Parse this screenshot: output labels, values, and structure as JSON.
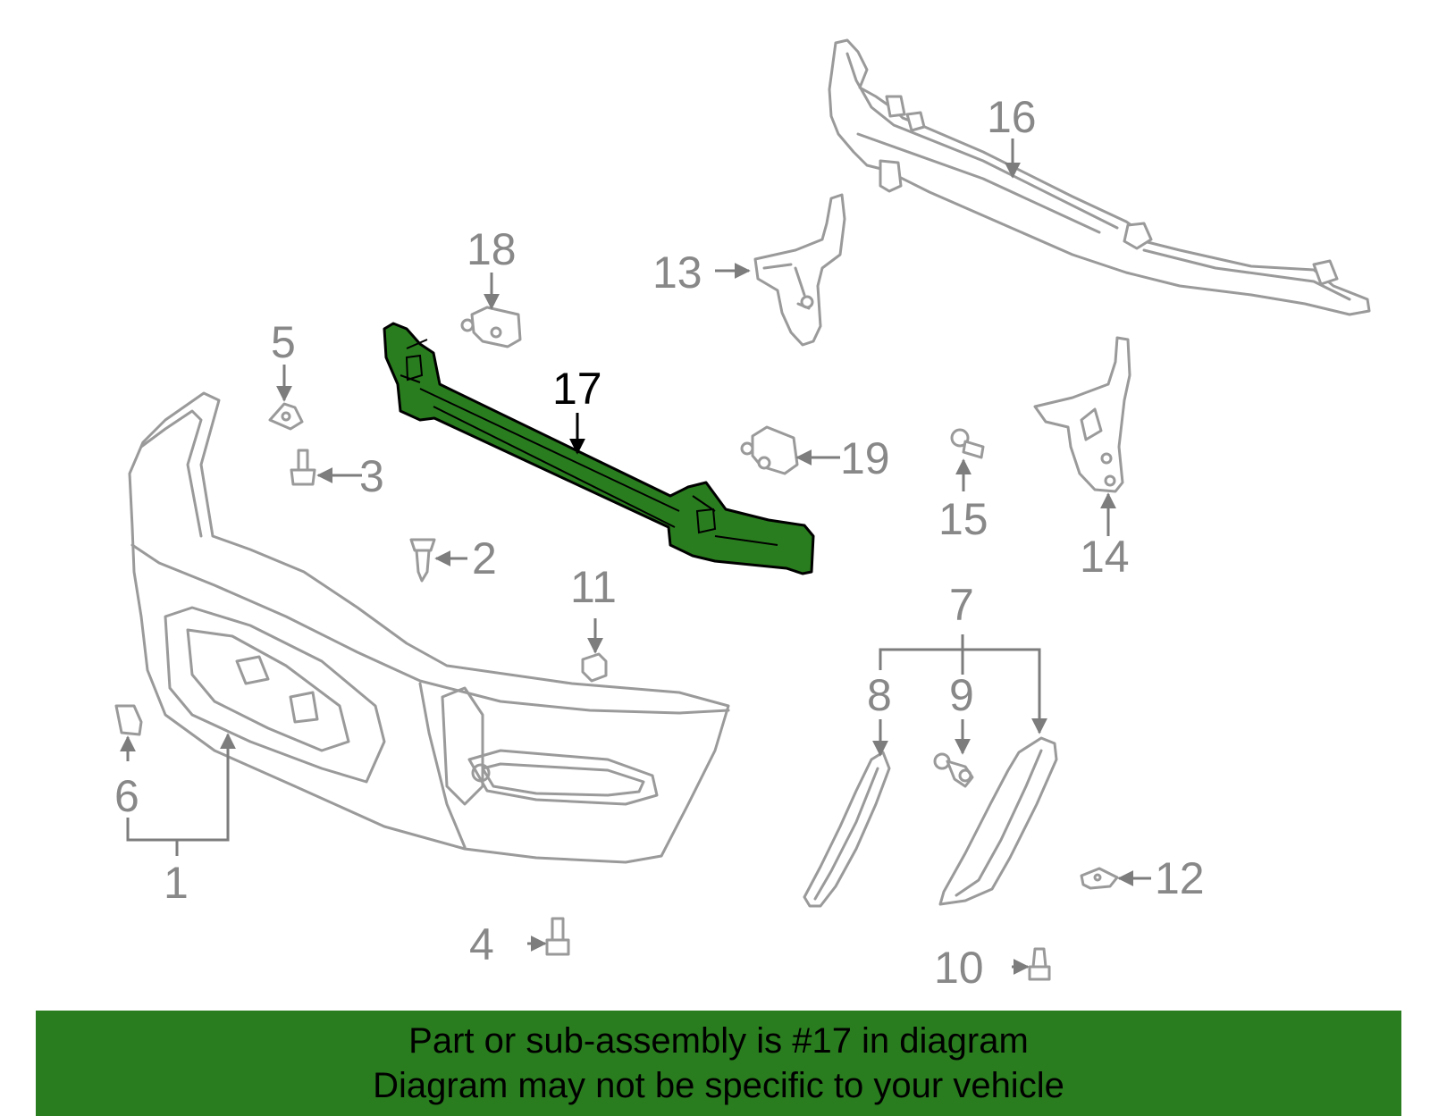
{
  "callouts": {
    "c1": "1",
    "c2": "2",
    "c3": "3",
    "c4": "4",
    "c5": "5",
    "c6": "6",
    "c7": "7",
    "c8": "8",
    "c9": "9",
    "c10": "10",
    "c11": "11",
    "c12": "12",
    "c13": "13",
    "c14": "14",
    "c15": "15",
    "c16": "16",
    "c17": "17",
    "c18": "18",
    "c19": "19"
  },
  "highlighted_part": "17",
  "colors": {
    "highlight": "#2a7d1f",
    "banner": "#2a7d1f",
    "part_outline": "#9a9a9a",
    "label": "#888888"
  },
  "banner": {
    "line1": "Part or sub-assembly is #17 in diagram",
    "line2": "Diagram may not be specific to your vehicle"
  }
}
